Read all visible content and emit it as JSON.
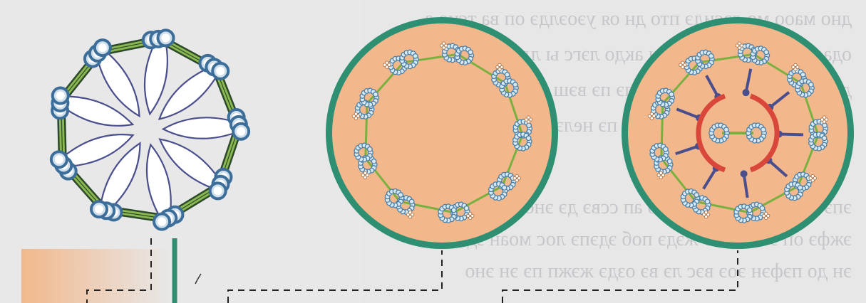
{
  "title": "",
  "panels": [
    {
      "id": "flagellar-ring",
      "structure": "nine outer doublets with radial spokes, no central pair"
    },
    {
      "id": "cross-section-9-0",
      "structure": "nine outer doublets, empty center"
    },
    {
      "id": "cross-section-9-2",
      "structure": "nine outer doublets, central pair and central sheath"
    }
  ],
  "colors": {
    "background": "#e8e8e8",
    "membrane": "#2e8f72",
    "cytoplasm": "#f2b88c",
    "microtubule": "#4a7fa8",
    "microtubule_fill": "#d8e8f0",
    "linker": "#7ab040",
    "radial_spoke": "#4a4e8c",
    "central_sheath": "#d9473a",
    "dynein_arm": "#c8a080",
    "leader_line": "#222222"
  },
  "icons": [
    "microtubule-doublet-icon",
    "radial-spoke-icon",
    "central-pair-icon"
  ]
}
